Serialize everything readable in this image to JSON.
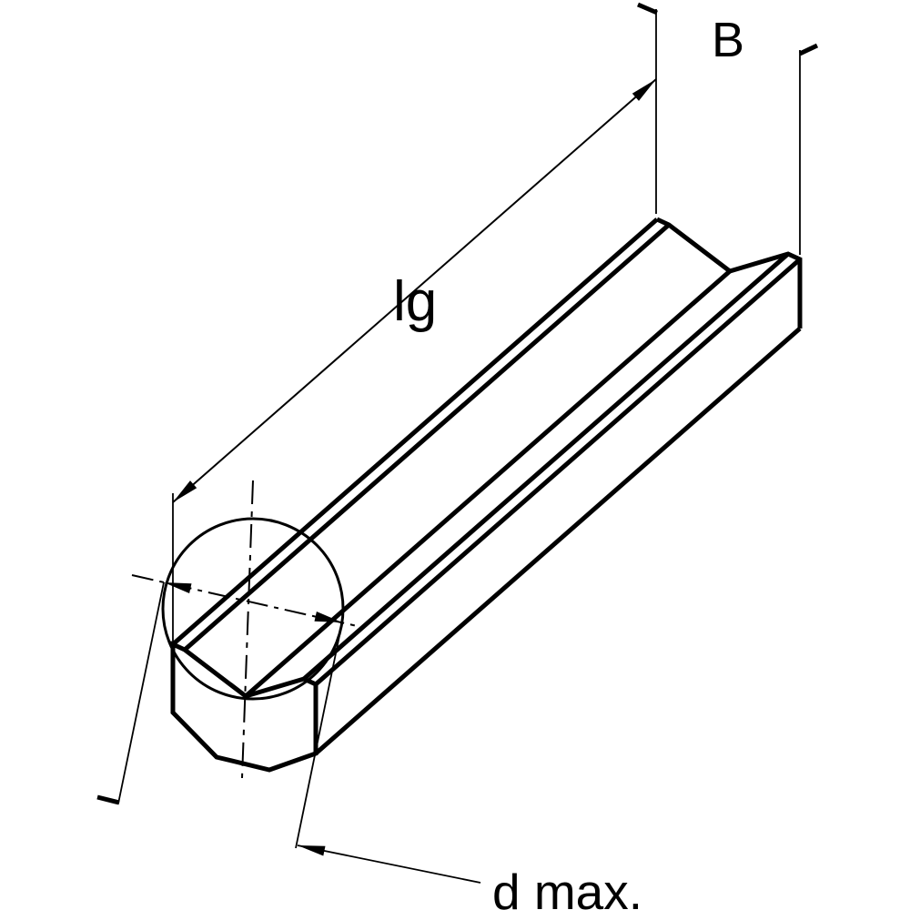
{
  "diagram": {
    "description": "Isometric technical drawing of a V-groove prism bar with a round workpiece cross-section seated in the groove",
    "labels": {
      "length": "lg",
      "width": "B",
      "diameter": "d max."
    },
    "colors": {
      "line": "#000000",
      "background": "#ffffff"
    }
  }
}
